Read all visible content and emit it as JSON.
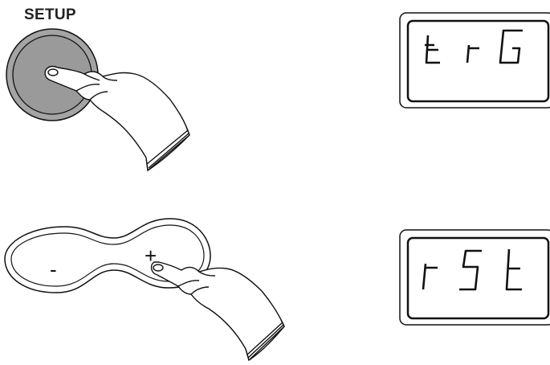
{
  "setup_button": {
    "label": "SETUP"
  },
  "value_buttons": {
    "minus_label": "-",
    "plus_label": "+"
  },
  "displays": [
    {
      "chars": [
        "t",
        "r",
        "G"
      ]
    },
    {
      "chars": [
        "r",
        "S",
        "t"
      ]
    }
  ],
  "colors": {
    "button_fill": "#9a9a9a",
    "stroke": "#111111",
    "display_bg": "#ffffff",
    "segment": "#111111"
  },
  "icons": [
    "hand-press-icon",
    "hand-press-icon"
  ]
}
